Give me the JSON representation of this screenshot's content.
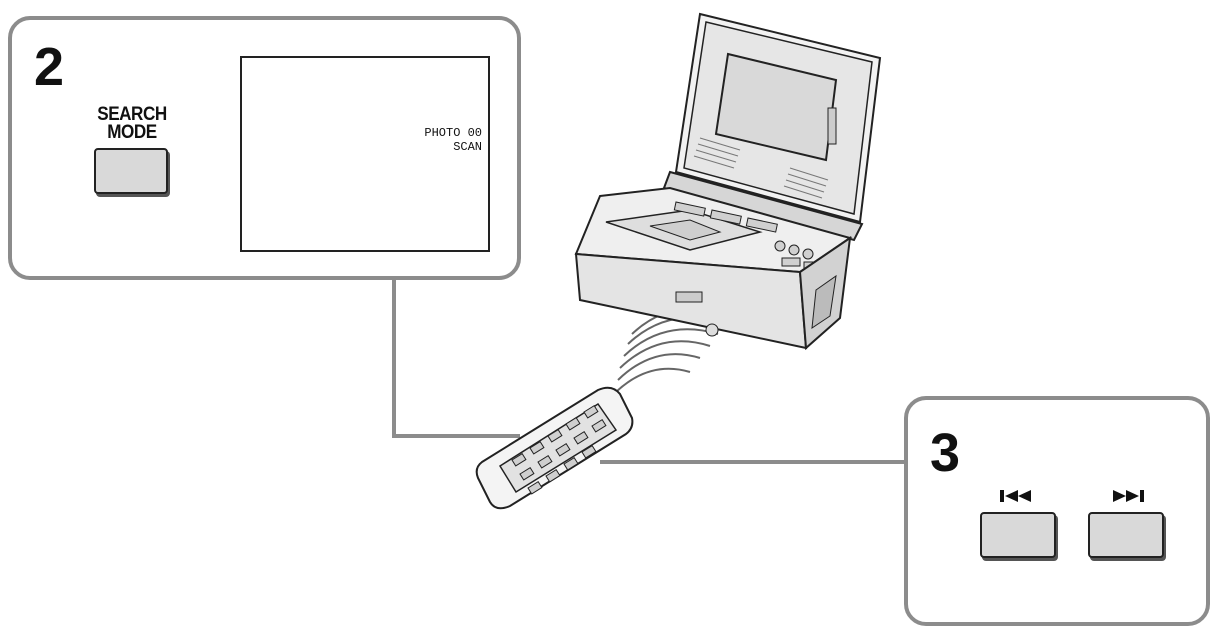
{
  "step2": {
    "number": "2",
    "button_label_line1": "SEARCH",
    "button_label_line2": "MODE",
    "screen_text_line1": "PHOTO 00",
    "screen_text_line2": "SCAN"
  },
  "step3": {
    "number": "3",
    "prev_icon": "skip-previous-icon",
    "next_icon": "skip-next-icon"
  },
  "colors": {
    "panel_border": "#8c8c8c",
    "key_fill": "#d9d9d9"
  }
}
